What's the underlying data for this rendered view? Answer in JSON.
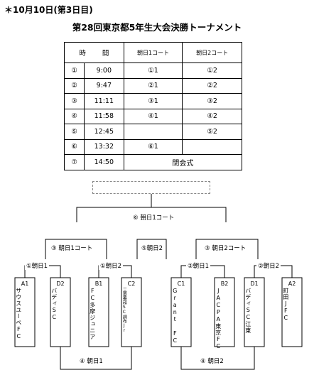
{
  "header": {
    "date": "＊10月10日(第3日目)",
    "title": "第28回東京都5年生大会決勝トーナメント"
  },
  "schedule": {
    "col_time": "時 間",
    "col_court1": "朝日1コート",
    "col_court2": "朝日2コート",
    "rows": [
      {
        "no": "①",
        "time": "9:00",
        "c1": "①1",
        "c2": "①2"
      },
      {
        "no": "②",
        "time": "9:47",
        "c1": "②1",
        "c2": "②2"
      },
      {
        "no": "③",
        "time": "11:11",
        "c1": "③1",
        "c2": "③2"
      },
      {
        "no": "④",
        "time": "11:58",
        "c1": "④1",
        "c2": "④2"
      },
      {
        "no": "⑤",
        "time": "12:45",
        "c1": "",
        "c2": "⑤2"
      },
      {
        "no": "⑥",
        "time": "13:32",
        "c1": "⑥1",
        "c2": ""
      },
      {
        "no": "⑦",
        "time": "14:50",
        "closing": "閉会式"
      }
    ]
  },
  "bracket": {
    "final_label": "⑥ 朝日1コート",
    "semi_left_label": "③ 朝日1コート",
    "semi_right_label": "③ 朝日2コート",
    "third_label": "⑤朝日2",
    "qf_ll": "①朝日1",
    "qf_lr": "①朝日2",
    "qf_rl": "②朝日1",
    "qf_rr": "②朝日2",
    "cons_left": "④ 朝日1",
    "cons_right": "④ 朝日2",
    "teams": [
      {
        "seed": "A1",
        "name": "サウスユーベFC"
      },
      {
        "seed": "D2",
        "name": "バディSC"
      },
      {
        "seed": "B1",
        "name": "FC多摩ジュニア"
      },
      {
        "seed": "C2",
        "name": "三菱養和SC調布Jr"
      },
      {
        "seed": "C1",
        "name": "Grant FC"
      },
      {
        "seed": "B2",
        "name": "JACPA東京FC"
      },
      {
        "seed": "D1",
        "name": "バディSC江東"
      },
      {
        "seed": "A2",
        "name": "町田JFC"
      }
    ]
  }
}
